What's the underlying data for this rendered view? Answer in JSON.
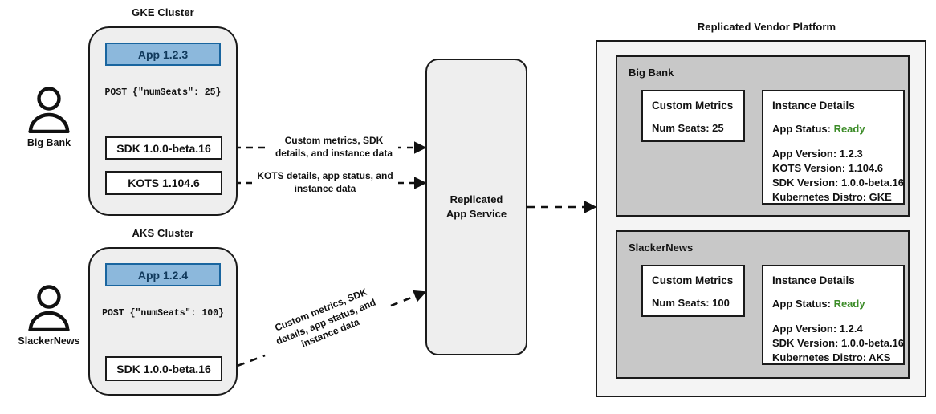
{
  "titles": {
    "gke_cluster": "GKE Cluster",
    "aks_cluster": "AKS Cluster",
    "platform": "Replicated Vendor Platform"
  },
  "actors": [
    {
      "name": "Big Bank",
      "icon": "person-icon"
    },
    {
      "name": "SlackerNews",
      "icon": "person-icon"
    }
  ],
  "gke_cluster": {
    "app": "App 1.2.3",
    "post": "POST {\"numSeats\": 25}",
    "sdk": "SDK 1.0.0-beta.16",
    "kots": "KOTS 1.104.6"
  },
  "aks_cluster": {
    "app": "App 1.2.4",
    "post": "POST {\"numSeats\": 100}",
    "sdk": "SDK 1.0.0-beta.16"
  },
  "service": {
    "line1": "Replicated",
    "line2": "App Service"
  },
  "edges": {
    "sdk_to_service": "Custom metrics, SDK\ndetails, and instance data",
    "sdk_to_service_l1": "Custom metrics, SDK",
    "sdk_to_service_l2": "details, and instance data",
    "kots_to_service_l1": "KOTS details, app status, and",
    "kots_to_service_l2": "instance data",
    "aks_to_service_l1": "Custom metrics, SDK",
    "aks_to_service_l2": "details, app status, and",
    "aks_to_service_l3": "instance data"
  },
  "platform": {
    "tenants": [
      {
        "name": "Big Bank",
        "metrics": {
          "title": "Custom Metrics",
          "rows": [
            "Num Seats: 25"
          ]
        },
        "details": {
          "title": "Instance Details",
          "status_label": "App Status:",
          "status_value": "Ready",
          "rows": [
            "App Version: 1.2.3",
            "KOTS Version: 1.104.6",
            "SDK Version: 1.0.0-beta.16",
            "Kubernetes Distro: GKE"
          ]
        }
      },
      {
        "name": "SlackerNews",
        "metrics": {
          "title": "Custom Metrics",
          "rows": [
            "Num Seats: 100"
          ]
        },
        "details": {
          "title": "Instance Details",
          "status_label": "App Status:",
          "status_value": "Ready",
          "rows": [
            "App Version: 1.2.4",
            "SDK Version: 1.0.0-beta.16",
            "Kubernetes Distro: AKS"
          ]
        }
      }
    ]
  },
  "colors": {
    "app_fill": "#8cb8dc",
    "app_border": "#19659f",
    "cluster_fill": "#eeeeee",
    "tenant_fill": "#c8c8c8",
    "platform_fill": "#f4f4f4",
    "status_ready": "#3c8c28",
    "stroke": "#1a1a1a"
  }
}
